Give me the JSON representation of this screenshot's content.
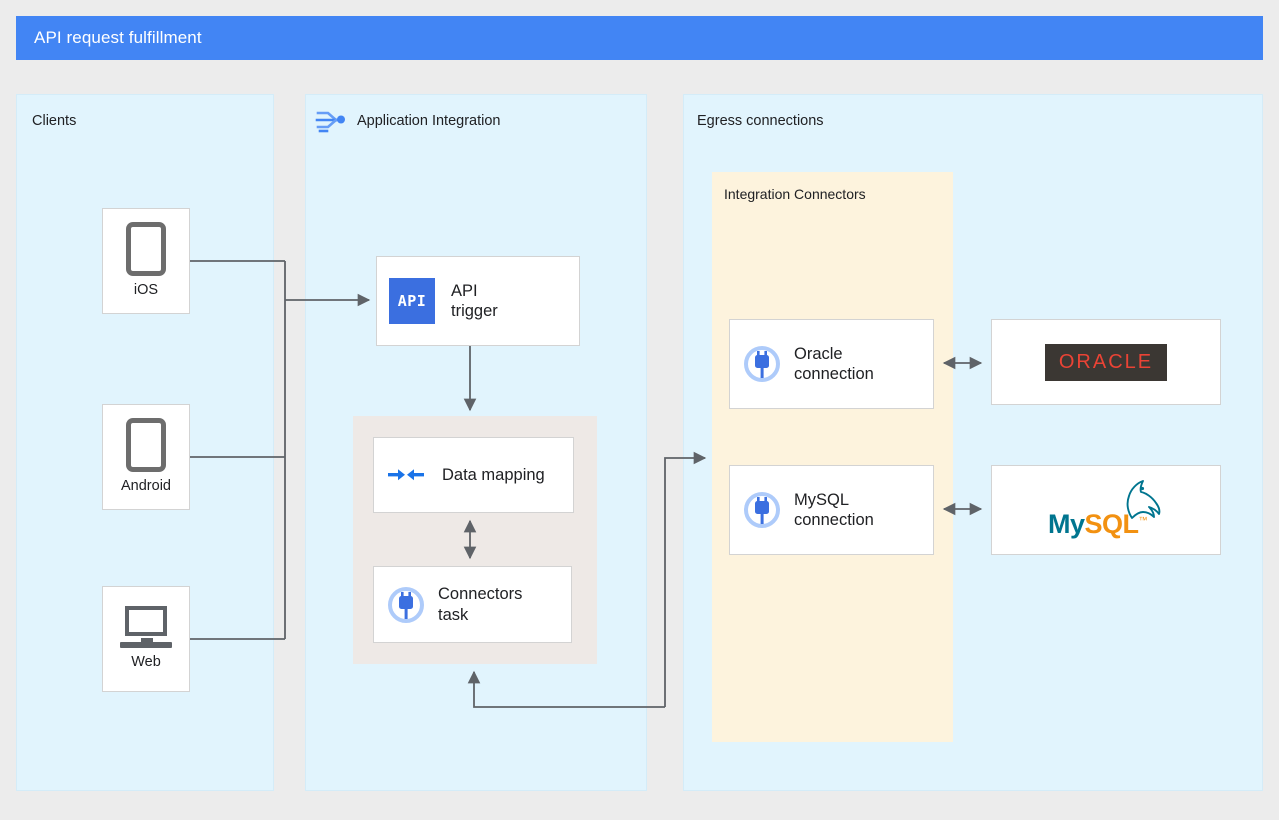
{
  "title": "API request fulfillment",
  "theme": {
    "title_bar_bg": "#4285f4",
    "page_bg": "#ececec",
    "panel_bg": "#e1f4fd",
    "connectors_panel_bg": "#fdf3dd",
    "group_bg": "#eee9e6",
    "card_bg": "#ffffff",
    "card_border": "#d3d3d3",
    "wire_color": "#5f6368",
    "accent_blue": "#3b6fe0",
    "oracle_red": "#ea4335",
    "oracle_bg": "#3b3733",
    "mysql_teal": "#00758f",
    "mysql_orange": "#f29111"
  },
  "panels": {
    "clients": {
      "label": "Clients"
    },
    "application_integration": {
      "label": "Application Integration",
      "icon": "application-integration-icon"
    },
    "egress": {
      "label": "Egress connections"
    },
    "integration_connectors": {
      "label": "Integration Connectors"
    }
  },
  "clients": [
    {
      "label": "iOS",
      "icon": "phone-icon"
    },
    {
      "label": "Android",
      "icon": "phone-icon"
    },
    {
      "label": "Web",
      "icon": "laptop-icon"
    }
  ],
  "nodes": {
    "api_trigger": {
      "label": "API\ntrigger",
      "icon": "api-icon",
      "icon_text": "API"
    },
    "data_mapping": {
      "label": "Data mapping",
      "icon": "data-mapping-icon"
    },
    "connectors_task": {
      "label": "Connectors\ntask",
      "icon": "connector-plug-icon"
    },
    "oracle_connection": {
      "label": "Oracle\nconnection",
      "icon": "connector-plug-icon"
    },
    "mysql_connection": {
      "label": "MySQL\nconnection",
      "icon": "connector-plug-icon"
    }
  },
  "logos": {
    "oracle": {
      "text": "ORACLE",
      "name": "oracle-logo"
    },
    "mysql": {
      "my": "My",
      "sql": "SQL",
      "tm": "™",
      "name": "mysql-logo"
    }
  }
}
